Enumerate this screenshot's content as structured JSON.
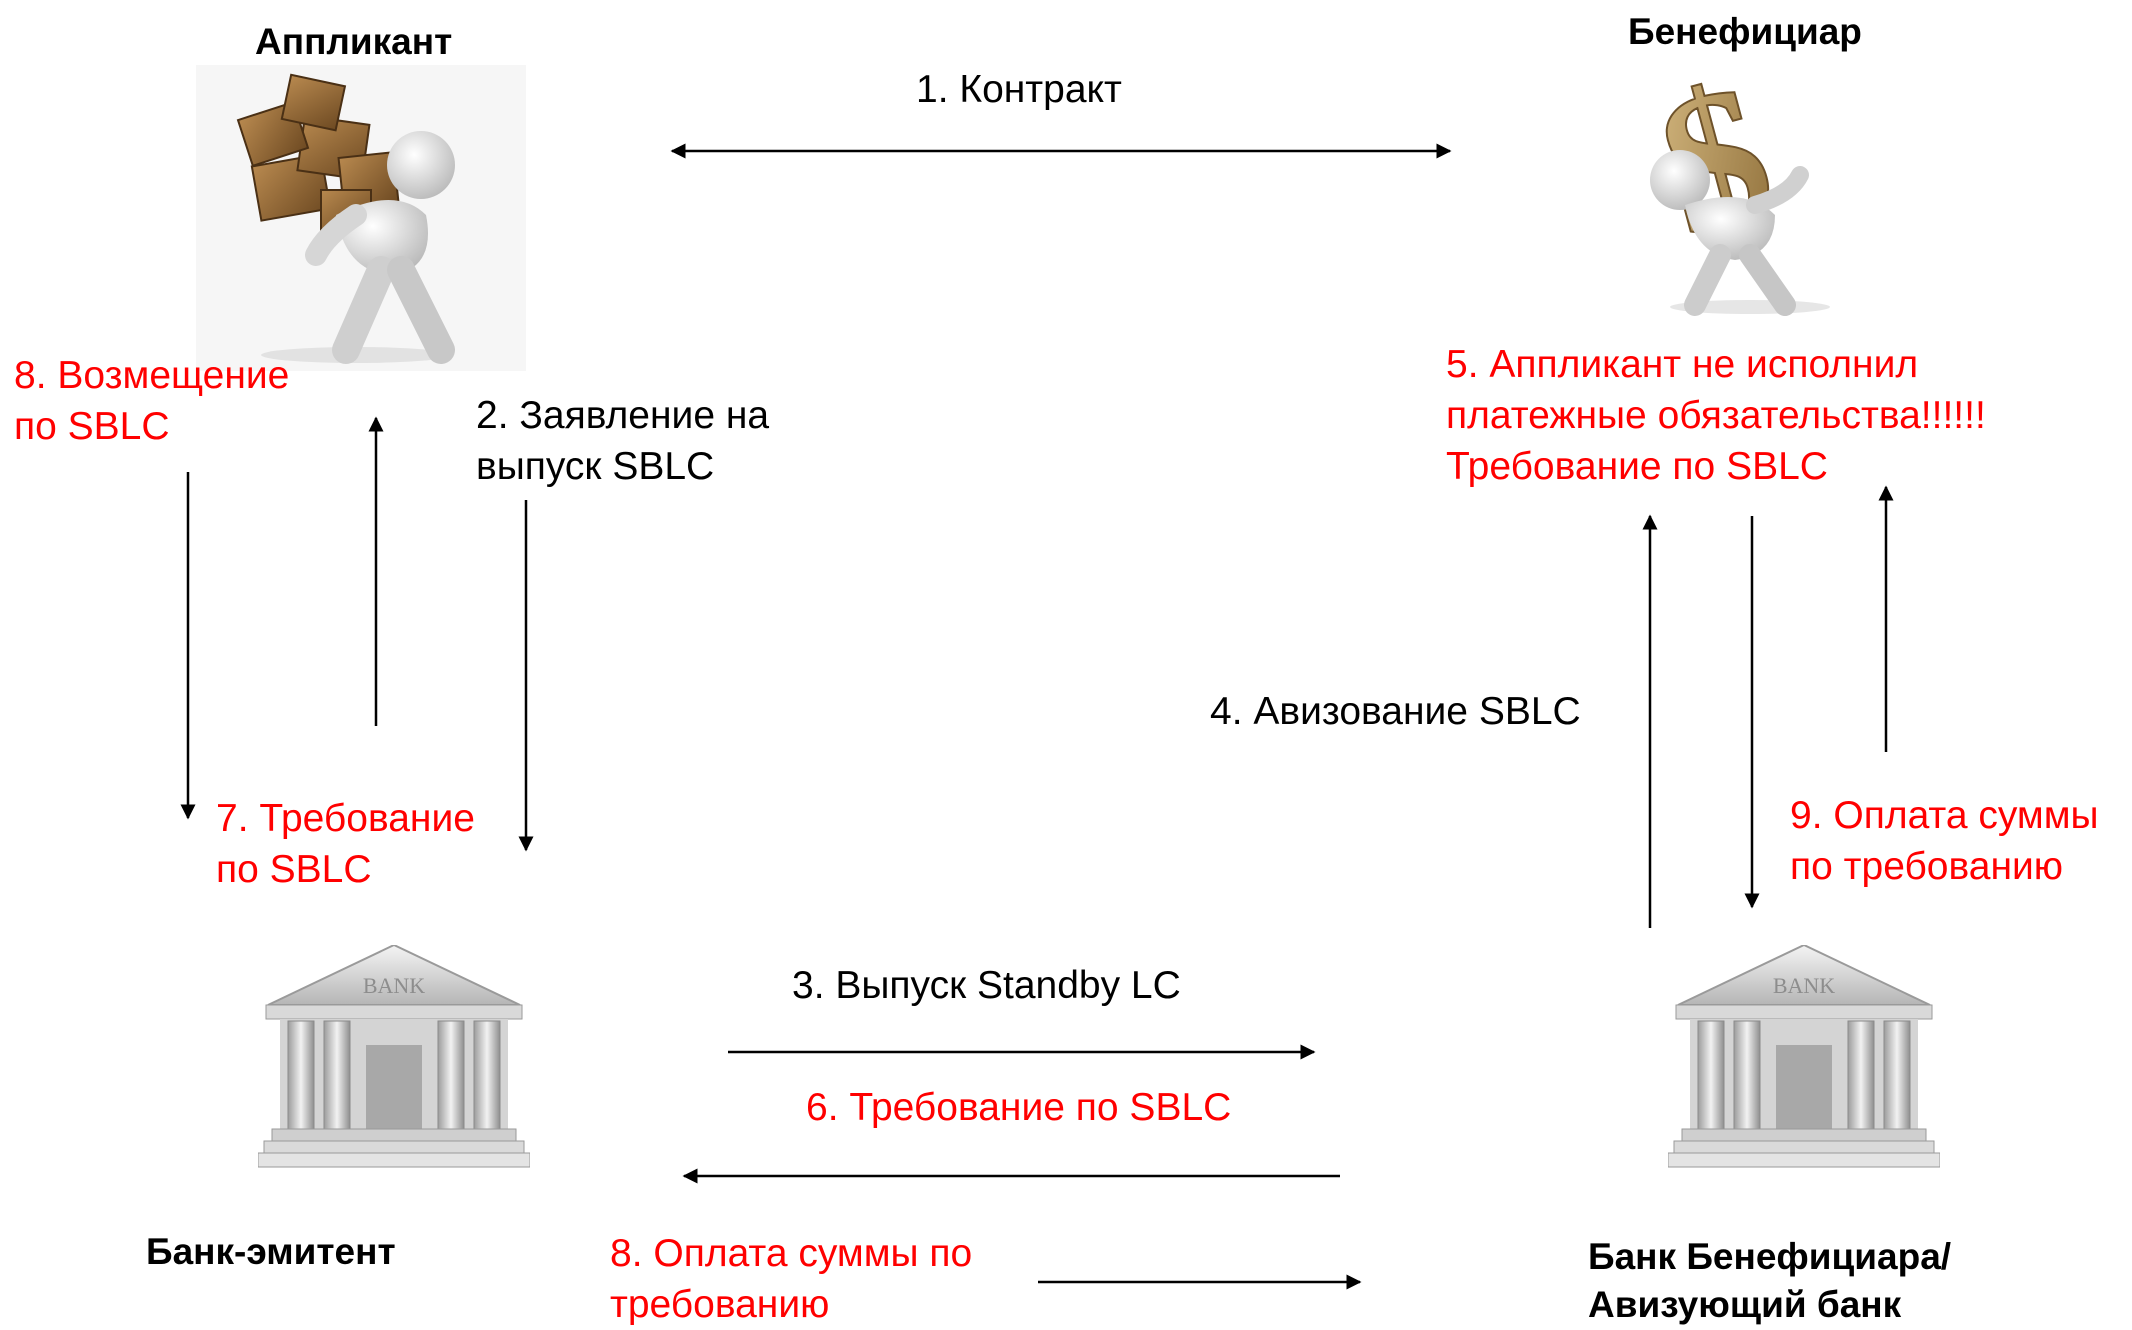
{
  "nodes": {
    "applicant": "Аппликант",
    "beneficiary": "Бенефициар",
    "issuing_bank": "Банк-эмитент",
    "beneficiary_bank": "Банк Бенефициара/\nАвизующий банк"
  },
  "bank_sign": "BANK",
  "steps": {
    "s1": "1. Контракт",
    "s2": "2. Заявление на\nвыпуск SBLC",
    "s3": "3. Выпуск Standby LC",
    "s4": "4. Авизование SBLC",
    "s5": "5. Аппликант не исполнил\nплатежные обязательства!!!!!!\nТребование по  SBLC",
    "s6": "6. Требование по SBLC",
    "s7": "7. Требование\nпо SBLC",
    "s8_left": "8. Возмещение\nпо SBLC",
    "s8_bottom": "8. Оплата суммы по\nтребованию",
    "s9": "9. Оплата суммы\nпо требованию"
  },
  "colors": {
    "normal_text": "#000000",
    "claim_text": "#ff0000",
    "arrow": "#000000"
  }
}
